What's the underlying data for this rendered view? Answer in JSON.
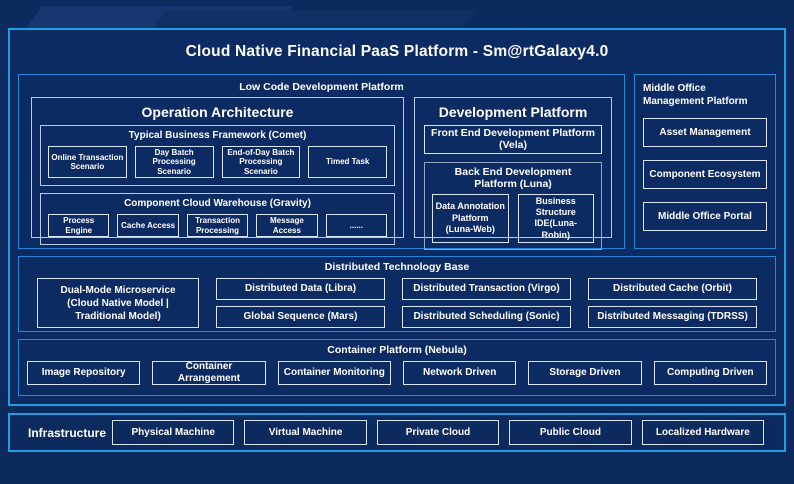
{
  "title": "Cloud Native Financial PaaS Platform - Sm@rtGalaxy4.0",
  "colors": {
    "page_bg": "#0d2a5f",
    "accent_cyan": "#1f9fe0",
    "section_border": "#2487d8",
    "group_border": "#b9c9e8",
    "leaf_border": "#d9e4f4",
    "text": "#ffffff"
  },
  "low_code": {
    "label": "Low Code Development Platform",
    "operation_architecture": {
      "title": "Operation Architecture",
      "comet": {
        "title": "Typical Business Framework (Comet)",
        "items": [
          "Online Transaction Scenario",
          "Day Batch Processing Scenario",
          "End-of-Day Batch Processing Scenario",
          "Timed Task"
        ]
      },
      "gravity": {
        "title": "Component Cloud Warehouse (Gravity)",
        "items": [
          "Process Engine",
          "Cache Access",
          "Transaction Processing",
          "Message Access",
          "......"
        ]
      }
    },
    "development_platform": {
      "title": "Development Platform",
      "front_end": "Front End Development Platform (Vela)",
      "back_end": {
        "title": "Back End Development Platform (Luna)",
        "items": [
          {
            "line1": "Data Annotation Platform",
            "line2": "(Luna-Web)"
          },
          {
            "line1": "Business Structure",
            "line2": "IDE(Luna-Robin)"
          }
        ]
      }
    }
  },
  "middle_office": {
    "label": "Middle Office Management Platform",
    "items": [
      "Asset Management",
      "Component Ecosystem",
      "Middle Office Portal"
    ]
  },
  "distributed": {
    "label": "Distributed Technology Base",
    "dual_mode": "Dual-Mode Microservice (Cloud Native Model | Traditional Model)",
    "columns": [
      [
        "Distributed Data (Libra)",
        "Global Sequence (Mars)"
      ],
      [
        "Distributed Transaction (Virgo)",
        "Distributed Scheduling (Sonic)"
      ],
      [
        "Distributed Cache (Orbit)",
        "Distributed Messaging (TDRSS)"
      ]
    ]
  },
  "container_platform": {
    "label": "Container Platform (Nebula)",
    "items": [
      "Image Repository",
      "Container Arrangement",
      "Container Monitoring",
      "Network Driven",
      "Storage Driven",
      "Computing Driven"
    ]
  },
  "infrastructure": {
    "label": "Infrastructure",
    "items": [
      "Physical Machine",
      "Virtual Machine",
      "Private Cloud",
      "Public Cloud",
      "Localized Hardware"
    ]
  }
}
